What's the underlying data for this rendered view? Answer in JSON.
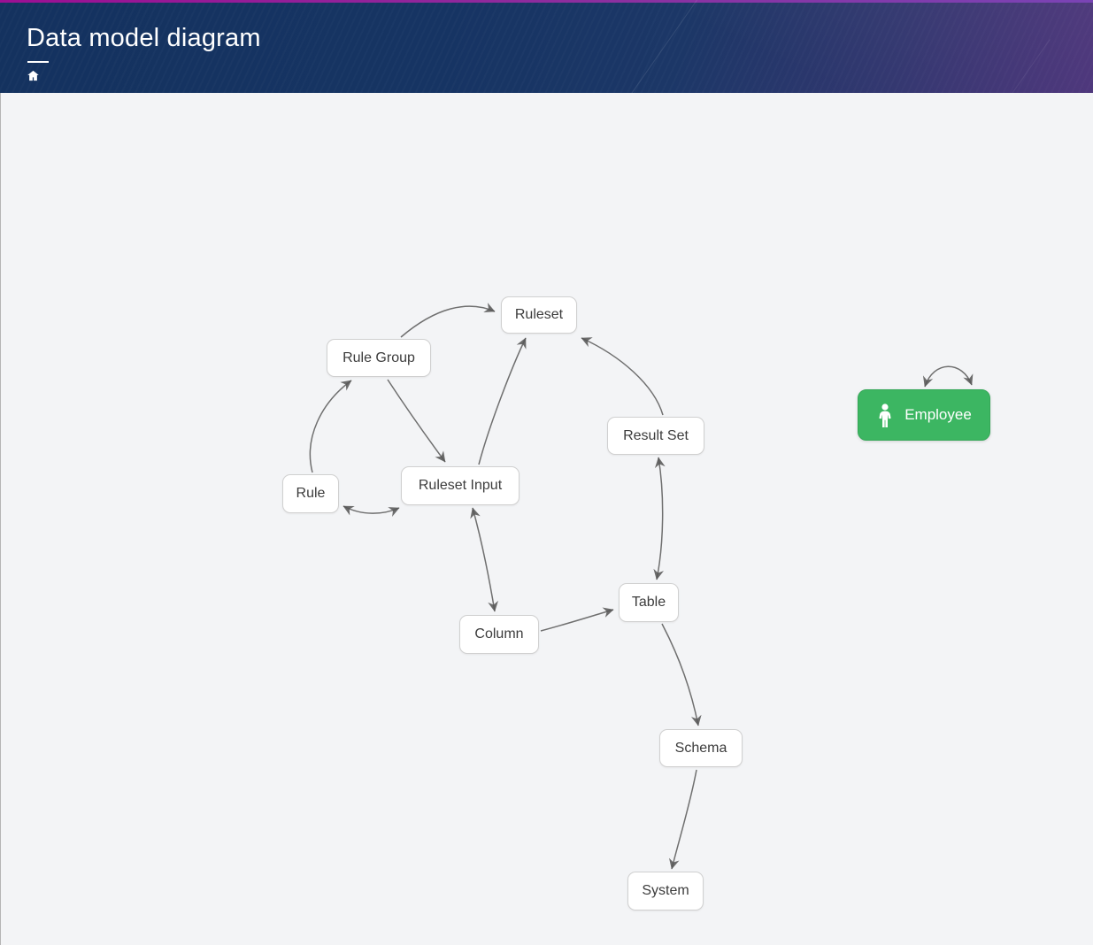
{
  "header": {
    "title": "Data model diagram",
    "breadcrumb_home_icon": "home-icon"
  },
  "diagram": {
    "nodes": [
      {
        "id": "ruleset",
        "label": "Ruleset"
      },
      {
        "id": "rule-group",
        "label": "Rule Group"
      },
      {
        "id": "result-set",
        "label": "Result Set"
      },
      {
        "id": "employee",
        "label": "Employee",
        "color": "#3cb662",
        "icon": "person-icon"
      },
      {
        "id": "rule",
        "label": "Rule"
      },
      {
        "id": "ruleset-input",
        "label": "Ruleset Input"
      },
      {
        "id": "table",
        "label": "Table"
      },
      {
        "id": "column",
        "label": "Column"
      },
      {
        "id": "schema",
        "label": "Schema"
      },
      {
        "id": "system",
        "label": "System"
      }
    ],
    "edges": [
      {
        "from": "Rule Group",
        "to": "Ruleset",
        "direction": "one-way"
      },
      {
        "from": "Ruleset Input",
        "to": "Ruleset",
        "direction": "one-way"
      },
      {
        "from": "Result Set",
        "to": "Ruleset",
        "direction": "one-way"
      },
      {
        "from": "Rule",
        "to": "Rule Group",
        "direction": "one-way"
      },
      {
        "from": "Rule Group",
        "to": "Ruleset Input",
        "direction": "one-way"
      },
      {
        "from": "Rule",
        "to": "Ruleset Input",
        "direction": "two-way"
      },
      {
        "from": "Ruleset Input",
        "to": "Column",
        "direction": "two-way"
      },
      {
        "from": "Column",
        "to": "Table",
        "direction": "one-way"
      },
      {
        "from": "Result Set",
        "to": "Table",
        "direction": "two-way"
      },
      {
        "from": "Table",
        "to": "Schema",
        "direction": "one-way"
      },
      {
        "from": "Schema",
        "to": "System",
        "direction": "one-way"
      },
      {
        "from": "Employee",
        "to": "Employee",
        "direction": "self-loop"
      }
    ],
    "colors": {
      "canvas_bg": "#f3f4f6",
      "node_bg": "#ffffff",
      "node_border": "#d0d0d0",
      "node_text": "#3c3c3c",
      "edge": "#6f6f6f",
      "employee_bg": "#3cb662",
      "header_navy": "#14325f",
      "header_purple": "#3c2a63",
      "accent_magenta": "#9c0f93"
    }
  }
}
